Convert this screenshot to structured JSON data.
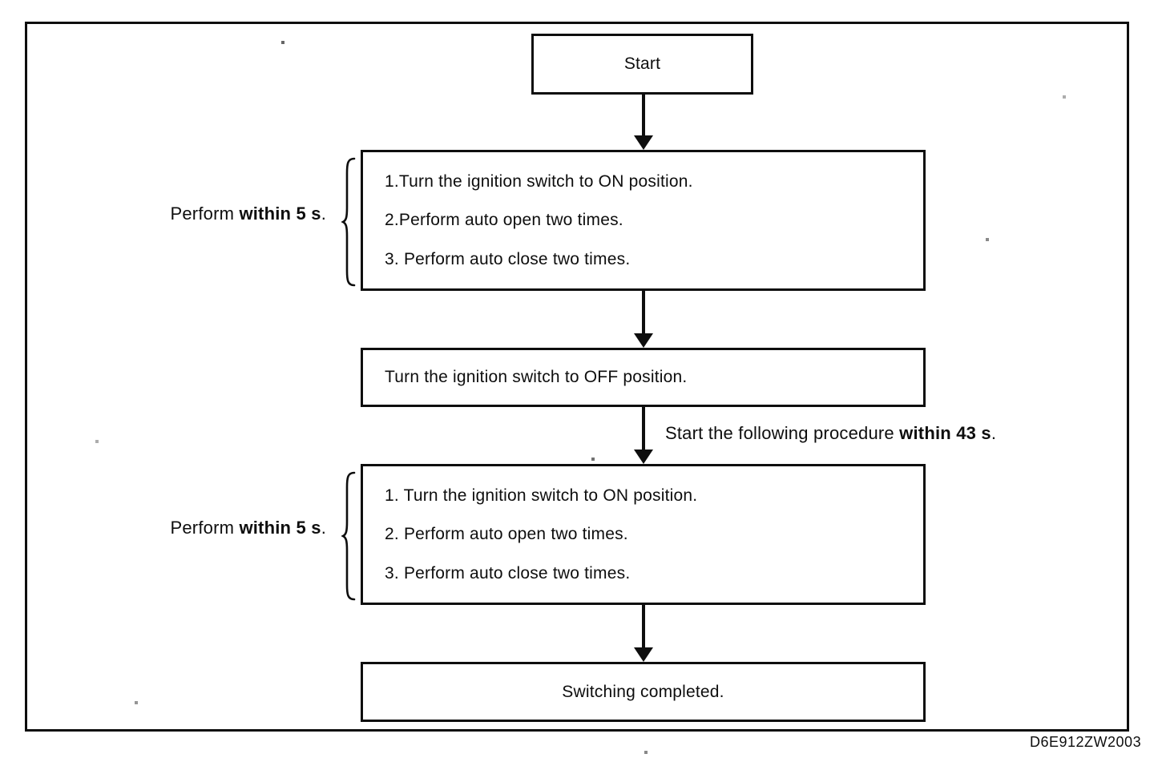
{
  "figure": {
    "code": "D6E912ZW2003",
    "colors": {
      "ink": "#0e0e0e",
      "paper": "#ffffff"
    }
  },
  "flowchart": {
    "start": {
      "label": "Start"
    },
    "procedure_box_1": {
      "steps": [
        "1.Turn the ignition switch to ON position.",
        "2.Perform auto open two times.",
        "3. Perform auto close two times."
      ]
    },
    "off_box": {
      "label": "Turn the ignition switch to OFF position."
    },
    "procedure_box_2": {
      "steps": [
        "1. Turn the ignition switch to ON position.",
        "2. Perform auto open two times.",
        "3. Perform auto close two times."
      ]
    },
    "completed_box": {
      "label": "Switching completed."
    },
    "annotations": {
      "perform_within_1": {
        "prefix": "Perform ",
        "bold": "within 5 s",
        "suffix": "."
      },
      "perform_within_2": {
        "prefix": "Perform ",
        "bold": "within 5 s",
        "suffix": "."
      },
      "start_following": {
        "prefix": "Start the following procedure ",
        "bold": "within 43 s",
        "suffix": "."
      }
    }
  }
}
